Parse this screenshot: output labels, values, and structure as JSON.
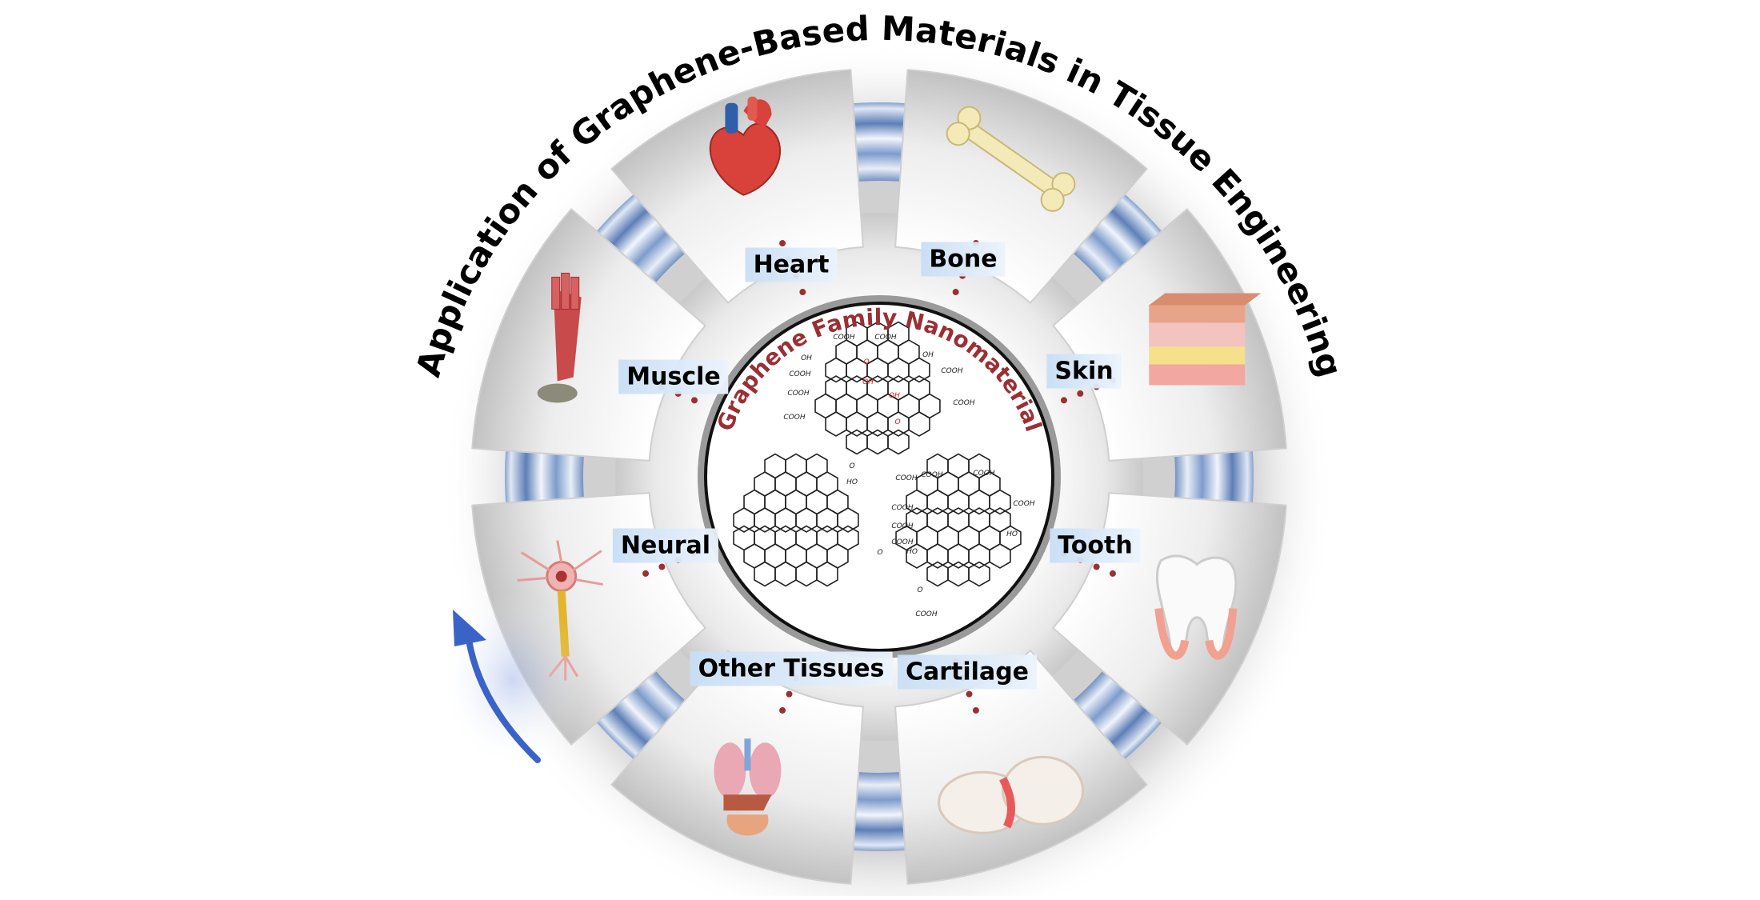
{
  "title": "Application of Graphene-Based Materials in Tissue Engineering",
  "center": {
    "title": "Graphene Family Nanomaterial",
    "functional_groups": [
      "COOH",
      "COOH",
      "OH",
      "OH",
      "COOH",
      "COOH",
      "COOH",
      "COOH",
      "COOH",
      "O",
      "OH",
      "OH",
      "O",
      "O",
      "HO",
      "COOH",
      "COOH",
      "COOH",
      "COOH",
      "COOH",
      "COOH",
      "COOH",
      "HO",
      "O",
      "HO",
      "O",
      "COOH"
    ]
  },
  "tissues": [
    {
      "label": "Heart",
      "icon": "heart-icon"
    },
    {
      "label": "Bone",
      "icon": "bone-icon"
    },
    {
      "label": "Skin",
      "icon": "skin-icon"
    },
    {
      "label": "Tooth",
      "icon": "tooth-icon"
    },
    {
      "label": "Cartilage",
      "icon": "cartilage-icon"
    },
    {
      "label": "Other Tissues",
      "icon": "organs-icon"
    },
    {
      "label": "Neural",
      "icon": "neuron-icon"
    },
    {
      "label": "Muscle",
      "icon": "muscle-icon"
    }
  ],
  "colors": {
    "title": "#000000",
    "center_title": "#9b2f33",
    "arrow": "#3a63c8",
    "dots": "#9b2f33",
    "ring_blue": "#6f8fc2"
  }
}
